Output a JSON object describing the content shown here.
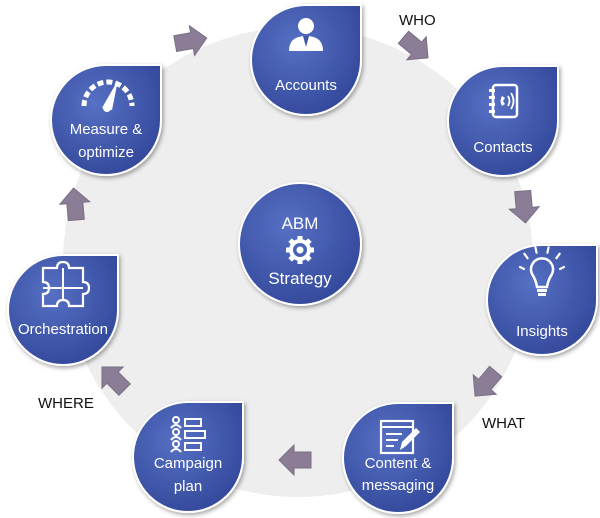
{
  "center": {
    "line1": "ABM",
    "line2": "Strategy"
  },
  "nodes": [
    {
      "id": "accounts",
      "lines": [
        "Accounts"
      ]
    },
    {
      "id": "contacts",
      "lines": [
        "Contacts"
      ]
    },
    {
      "id": "insights",
      "lines": [
        "Insights"
      ]
    },
    {
      "id": "content",
      "lines": [
        "Content &",
        "messaging"
      ]
    },
    {
      "id": "campaign",
      "lines": [
        "Campaign",
        "plan"
      ]
    },
    {
      "id": "orchestration",
      "lines": [
        "Orchestration"
      ]
    },
    {
      "id": "measure",
      "lines": [
        "Measure &",
        "optimize"
      ]
    }
  ],
  "side_labels": {
    "who": "WHO",
    "what": "WHAT",
    "where": "WHERE"
  },
  "colors": {
    "node_fill": "#3f57a8",
    "node_stroke": "#ffffff",
    "arrow": "#8a7d95",
    "ring": "#eeeeef"
  },
  "icons": {
    "accounts": "person-icon",
    "contacts": "contact-book-icon",
    "insights": "lightbulb-icon",
    "content": "document-pencil-icon",
    "campaign": "checklist-icon",
    "orchestration": "puzzle-icon",
    "measure": "gauge-icon",
    "center": "gear-icon"
  }
}
